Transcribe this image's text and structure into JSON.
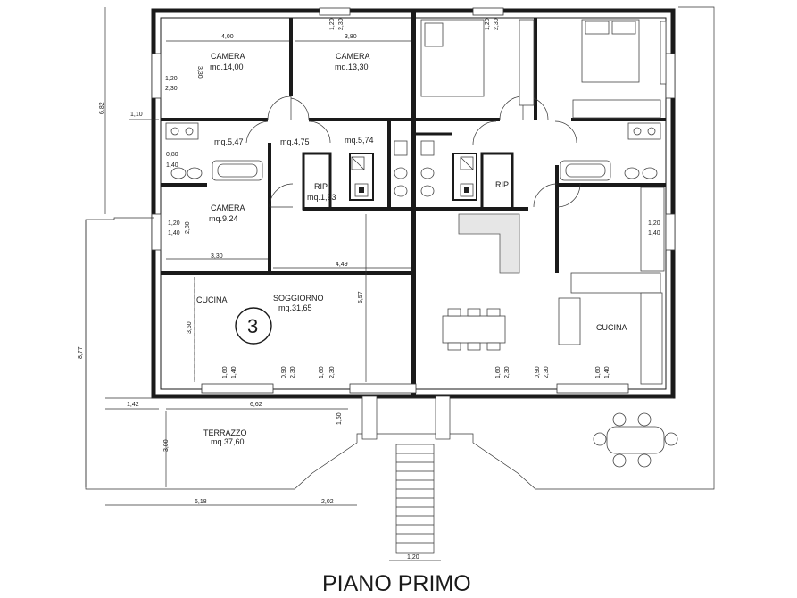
{
  "title": "PIANO PRIMO",
  "unit_number": "3",
  "rooms": {
    "camera1": {
      "name": "CAMERA",
      "area": "mq.14,00"
    },
    "camera2": {
      "name": "CAMERA",
      "area": "mq.13,30"
    },
    "camera3": {
      "name": "CAMERA",
      "area": "mq.9,24"
    },
    "bagno1": {
      "area": "mq.5,47"
    },
    "disimpegno": {
      "area": "mq.4,75"
    },
    "bagno2": {
      "area": "mq.5,74"
    },
    "rip1": {
      "name": "RIP",
      "area": "mq.1,93"
    },
    "rip2": {
      "name": "RIP"
    },
    "cucina1": {
      "name": "CUCINA"
    },
    "soggiorno": {
      "name": "SOGGIORNO",
      "area": "mq.31,65"
    },
    "cucina2": {
      "name": "CUCINA"
    },
    "terrazzo": {
      "name": "TERRAZZO",
      "area": "mq.37,60"
    }
  },
  "dimensions": {
    "d_400": "4,00",
    "d_380": "3,80",
    "d_120_top_a": "1,20",
    "d_230_top_a": "2,30",
    "d_120_top_b": "1,20",
    "d_230_top_b": "2,30",
    "d_330_vert": "3,30",
    "d_682": "6,82",
    "d_110": "1,10",
    "d_120_l1": "1,20",
    "d_230_l1": "2,30",
    "d_080": "0,80",
    "d_140_l2": "1,40",
    "d_120_l3": "1,20",
    "d_140_l3": "1,40",
    "d_280": "2,80",
    "d_330": "3,30",
    "d_449": "4,49",
    "d_557": "5,57",
    "d_350": "3,50",
    "d_877": "8,77",
    "d_160_b1": "1,60",
    "d_140_b1": "1,40",
    "d_090_b1": "0,90",
    "d_230_b1": "2,30",
    "d_160_b2": "1,60",
    "d_230_b2": "2,30",
    "d_160_b3": "1,60",
    "d_230_b3": "2,30",
    "d_090_b4": "0,90",
    "d_230_b4": "2,30",
    "d_160_b5": "1,60",
    "d_140_b5": "1,40",
    "d_142": "1,42",
    "d_662": "6,62",
    "d_150": "1,50",
    "d_300": "3,00",
    "d_618": "6,18",
    "d_202": "2,02",
    "d_120_stair": "1,20",
    "d_120_r": "1,20",
    "d_140_r": "1,40"
  },
  "colors": {
    "line": "#1a1a1a",
    "background": "#ffffff",
    "furniture_fill": "#e6e6e6"
  }
}
